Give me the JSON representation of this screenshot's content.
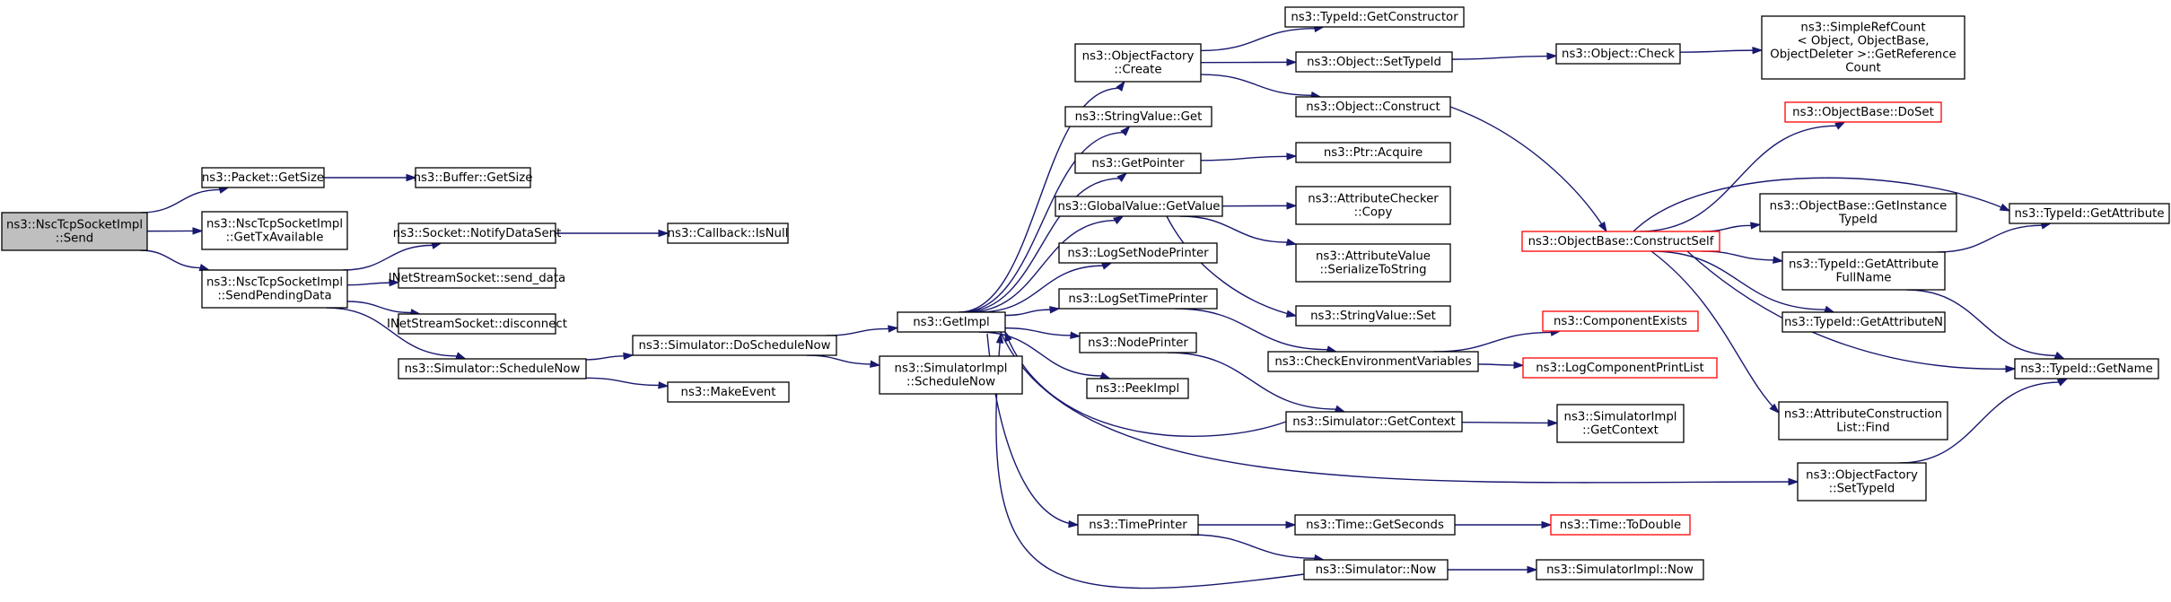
{
  "nodes": {
    "send": {
      "lines": [
        "ns3::NscTcpSocketImpl",
        "::Send"
      ],
      "style": "root"
    },
    "pkt_getsize": {
      "lines": [
        "ns3::Packet::GetSize"
      ]
    },
    "gettxavail": {
      "lines": [
        "ns3::NscTcpSocketImpl",
        "::GetTxAvailable"
      ]
    },
    "sendpending": {
      "lines": [
        "ns3::NscTcpSocketImpl",
        "::SendPendingData"
      ]
    },
    "buf_getsize": {
      "lines": [
        "ns3::Buffer::GetSize"
      ]
    },
    "notifydatasent": {
      "lines": [
        "ns3::Socket::NotifyDataSent"
      ]
    },
    "send_data": {
      "lines": [
        "INetStreamSocket::send_data"
      ]
    },
    "disconnect": {
      "lines": [
        "INetStreamSocket::disconnect"
      ]
    },
    "schedulenow": {
      "lines": [
        "ns3::Simulator::ScheduleNow"
      ]
    },
    "isnull": {
      "lines": [
        "ns3::Callback::IsNull"
      ]
    },
    "doschedulenow": {
      "lines": [
        "ns3::Simulator::DoScheduleNow"
      ]
    },
    "makeevent": {
      "lines": [
        "ns3::MakeEvent"
      ]
    },
    "getimpl": {
      "lines": [
        "ns3::GetImpl"
      ]
    },
    "simimpl_schednow": {
      "lines": [
        "ns3::SimulatorImpl",
        "::ScheduleNow"
      ]
    },
    "objfactory_create": {
      "lines": [
        "ns3::ObjectFactory",
        "::Create"
      ]
    },
    "stringvalue_get": {
      "lines": [
        "ns3::StringValue::Get"
      ]
    },
    "getpointer": {
      "lines": [
        "ns3::GetPointer"
      ]
    },
    "globalvalue_getvalue": {
      "lines": [
        "ns3::GlobalValue::GetValue"
      ]
    },
    "logsetnodeprinter": {
      "lines": [
        "ns3::LogSetNodePrinter"
      ]
    },
    "logsettimeprinter": {
      "lines": [
        "ns3::LogSetTimePrinter"
      ]
    },
    "nodeprinter": {
      "lines": [
        "ns3::NodePrinter"
      ]
    },
    "peekimpl": {
      "lines": [
        "ns3::PeekImpl"
      ]
    },
    "timeprinter": {
      "lines": [
        "ns3::TimePrinter"
      ]
    },
    "typeid_getconstructor": {
      "lines": [
        "ns3::TypeId::GetConstructor"
      ]
    },
    "object_settypeid": {
      "lines": [
        "ns3::Object::SetTypeId"
      ]
    },
    "object_construct": {
      "lines": [
        "ns3::Object::Construct"
      ]
    },
    "ptr_acquire": {
      "lines": [
        "ns3::Ptr::Acquire"
      ]
    },
    "attrchecker_copy": {
      "lines": [
        "ns3::AttributeChecker",
        "::Copy"
      ]
    },
    "attrvalue_serialize": {
      "lines": [
        "ns3::AttributeValue",
        "::SerializeToString"
      ]
    },
    "stringvalue_set": {
      "lines": [
        "ns3::StringValue::Set"
      ]
    },
    "checkenvvars": {
      "lines": [
        "ns3::CheckEnvironmentVariables"
      ]
    },
    "sim_getcontext": {
      "lines": [
        "ns3::Simulator::GetContext"
      ]
    },
    "time_getseconds": {
      "lines": [
        "ns3::Time::GetSeconds"
      ]
    },
    "sim_now": {
      "lines": [
        "ns3::Simulator::Now"
      ]
    },
    "object_check": {
      "lines": [
        "ns3::Object::Check"
      ]
    },
    "objbase_constructself": {
      "lines": [
        "ns3::ObjectBase::ConstructSelf"
      ],
      "style": "red"
    },
    "componentexists": {
      "lines": [
        "ns3::ComponentExists"
      ],
      "style": "red"
    },
    "logcomponentprintlist": {
      "lines": [
        "ns3::LogComponentPrintList"
      ],
      "style": "red"
    },
    "simimpl_getcontext": {
      "lines": [
        "ns3::SimulatorImpl",
        "::GetContext"
      ]
    },
    "objfactory_settypeid": {
      "lines": [
        "ns3::ObjectFactory",
        "::SetTypeId"
      ]
    },
    "time_todouble": {
      "lines": [
        "ns3::Time::ToDouble"
      ],
      "style": "red"
    },
    "simimpl_now": {
      "lines": [
        "ns3::SimulatorImpl::Now"
      ]
    },
    "simplerefcount": {
      "lines": [
        "ns3::SimpleRefCount",
        "< Object, ObjectBase,",
        " ObjectDeleter >::GetReference",
        "Count"
      ]
    },
    "objbase_doset": {
      "lines": [
        "ns3::ObjectBase::DoSet"
      ],
      "style": "red"
    },
    "objbase_getinstancetypeid": {
      "lines": [
        "ns3::ObjectBase::GetInstance",
        "TypeId"
      ]
    },
    "typeid_getattrfullname": {
      "lines": [
        "ns3::TypeId::GetAttribute",
        "FullName"
      ]
    },
    "typeid_getattrn": {
      "lines": [
        "ns3::TypeId::GetAttributeN"
      ]
    },
    "attrconstructionlist_find": {
      "lines": [
        "ns3::AttributeConstruction",
        "List::Find"
      ]
    },
    "typeid_getattribute": {
      "lines": [
        "ns3::TypeId::GetAttribute"
      ]
    },
    "typeid_getname": {
      "lines": [
        "ns3::TypeId::GetName"
      ]
    }
  },
  "edges": [
    [
      "send",
      "pkt_getsize"
    ],
    [
      "send",
      "gettxavail"
    ],
    [
      "send",
      "sendpending"
    ],
    [
      "pkt_getsize",
      "buf_getsize"
    ],
    [
      "sendpending",
      "notifydatasent"
    ],
    [
      "sendpending",
      "send_data"
    ],
    [
      "sendpending",
      "disconnect"
    ],
    [
      "sendpending",
      "schedulenow"
    ],
    [
      "notifydatasent",
      "isnull"
    ],
    [
      "schedulenow",
      "doschedulenow"
    ],
    [
      "schedulenow",
      "makeevent"
    ],
    [
      "doschedulenow",
      "getimpl"
    ],
    [
      "doschedulenow",
      "simimpl_schednow"
    ],
    [
      "getimpl",
      "objfactory_create"
    ],
    [
      "getimpl",
      "stringvalue_get"
    ],
    [
      "getimpl",
      "getpointer"
    ],
    [
      "getimpl",
      "globalvalue_getvalue"
    ],
    [
      "getimpl",
      "logsetnodeprinter"
    ],
    [
      "getimpl",
      "logsettimeprinter"
    ],
    [
      "getimpl",
      "nodeprinter"
    ],
    [
      "getimpl",
      "peekimpl"
    ],
    [
      "getimpl",
      "timeprinter"
    ],
    [
      "getimpl",
      "objfactory_settypeid"
    ],
    [
      "objfactory_create",
      "typeid_getconstructor"
    ],
    [
      "objfactory_create",
      "object_settypeid"
    ],
    [
      "objfactory_create",
      "object_construct"
    ],
    [
      "object_settypeid",
      "object_check"
    ],
    [
      "object_check",
      "simplerefcount"
    ],
    [
      "object_construct",
      "objbase_constructself"
    ],
    [
      "getpointer",
      "ptr_acquire"
    ],
    [
      "globalvalue_getvalue",
      "attrchecker_copy"
    ],
    [
      "globalvalue_getvalue",
      "attrvalue_serialize"
    ],
    [
      "globalvalue_getvalue",
      "stringvalue_set"
    ],
    [
      "logsettimeprinter",
      "checkenvvars"
    ],
    [
      "checkenvvars",
      "componentexists"
    ],
    [
      "checkenvvars",
      "logcomponentprintlist"
    ],
    [
      "nodeprinter",
      "sim_getcontext"
    ],
    [
      "sim_getcontext",
      "getimpl"
    ],
    [
      "sim_getcontext",
      "simimpl_getcontext"
    ],
    [
      "timeprinter",
      "time_getseconds"
    ],
    [
      "timeprinter",
      "sim_now"
    ],
    [
      "time_getseconds",
      "time_todouble"
    ],
    [
      "sim_now",
      "getimpl"
    ],
    [
      "sim_now",
      "simimpl_now"
    ],
    [
      "objbase_constructself",
      "objbase_doset"
    ],
    [
      "objbase_constructself",
      "objbase_getinstancetypeid"
    ],
    [
      "objbase_constructself",
      "typeid_getattribute"
    ],
    [
      "objbase_constructself",
      "typeid_getattrfullname"
    ],
    [
      "objbase_constructself",
      "typeid_getattrn"
    ],
    [
      "objbase_constructself",
      "attrconstructionlist_find"
    ],
    [
      "objbase_constructself",
      "typeid_getname"
    ],
    [
      "typeid_getattrfullname",
      "typeid_getattribute"
    ],
    [
      "typeid_getattrfullname",
      "typeid_getname"
    ],
    [
      "objfactory_settypeid",
      "typeid_getname"
    ]
  ]
}
